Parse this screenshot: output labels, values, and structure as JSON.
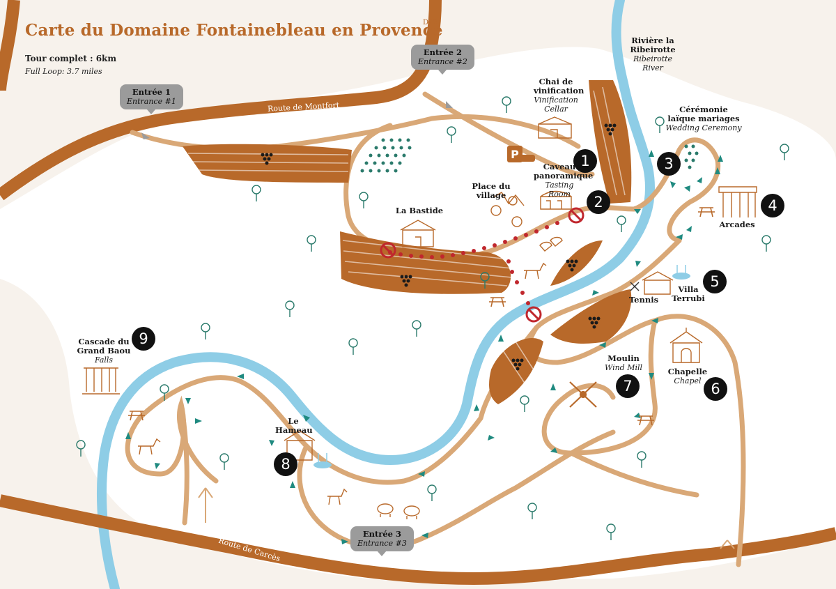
{
  "map": {
    "title": "Carte du Domaine Fontainebleau en Provence",
    "tour_fr": "Tour complet : 6km",
    "tour_en": "Full Loop: 3.7 miles",
    "road_d22": "D22",
    "road_montfort": "Route de Montfort",
    "road_carces": "Route de Carcès"
  },
  "entrances": [
    {
      "fr": "Entrée 1",
      "en": "Entrance #1"
    },
    {
      "fr": "Entrée 2",
      "en": "Entrance #2"
    },
    {
      "fr": "Entrée 3",
      "en": "Entrance #3"
    }
  ],
  "places": {
    "river": {
      "fr": "Rivière la Ribeirotte",
      "en": "Ribeirotte River"
    },
    "chai": {
      "fr": "Chai de vinification",
      "en": "Vinification Cellar"
    },
    "caveau": {
      "fr": "Caveau panoramique",
      "en": "Tasting Room"
    },
    "place_village": {
      "fr": "Place du village"
    },
    "bastide": {
      "fr": "La Bastide"
    },
    "ceremonie": {
      "fr": "Cérémonie laïque mariages",
      "en": "Wedding Ceremony"
    },
    "arcades": {
      "fr": "Arcades"
    },
    "villa": {
      "fr": "Villa Terrubi"
    },
    "tennis": {
      "fr": "Tennis"
    },
    "moulin": {
      "fr": "Moulin",
      "en": "Wind Mill"
    },
    "chapelle": {
      "fr": "Chapelle",
      "en": "Chapel"
    },
    "hameau": {
      "fr": "Le Hameau"
    },
    "cascade": {
      "fr": "Cascade du Grand Baou",
      "en": "Falls"
    }
  },
  "markers": [
    "1",
    "2",
    "3",
    "4",
    "5",
    "6",
    "7",
    "8",
    "9"
  ],
  "colors": {
    "road": "#b8692a",
    "river": "#8ecde6",
    "path": "#d9a877",
    "vineyard": "#b8692a",
    "arrow": "#1f8a80",
    "closed": "#c0272d",
    "land": "#ffffff",
    "background": "#f7f2ec"
  },
  "icons": [
    "parking-icon",
    "grape-icon",
    "tree-icon",
    "no-entry-icon",
    "windmill-icon",
    "picnic-table-icon",
    "horse-icon",
    "sheep-icon",
    "donkey-icon",
    "duck-icon",
    "tennis-icon",
    "pool-icon"
  ]
}
